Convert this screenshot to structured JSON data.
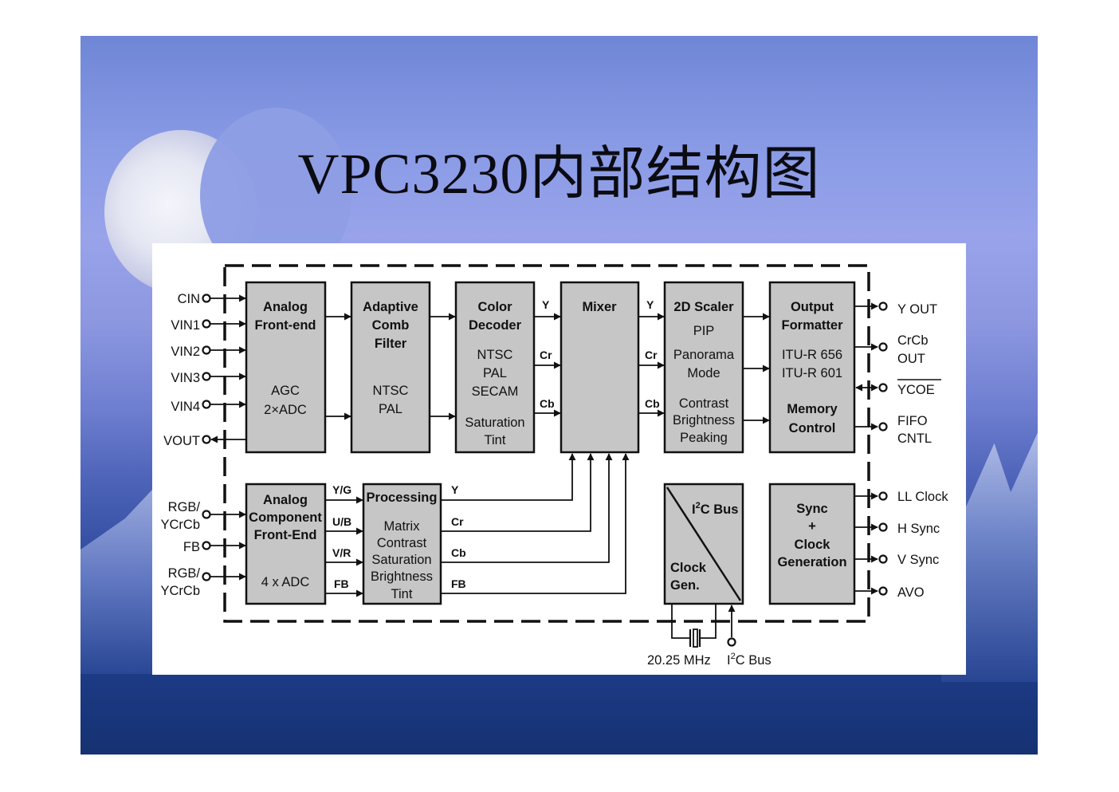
{
  "slide": {
    "title": "VPC3230内部结构图"
  },
  "diagram": {
    "inputs_top": [
      "CIN",
      "VIN1",
      "VIN2",
      "VIN3",
      "VIN4",
      "VOUT"
    ],
    "inputs_bottom": [
      "RGB/",
      "YCrCb",
      "FB",
      "RGB/",
      "YCrCb"
    ],
    "outputs_top": [
      "Y OUT",
      "CrCb",
      "OUT",
      "YCOE",
      "FIFO",
      "CNTL"
    ],
    "outputs_bottom": [
      "LL Clock",
      "H Sync",
      "V Sync",
      "AVO"
    ],
    "blocks": {
      "analog_frontend": {
        "title": [
          "Analog",
          "Front-end"
        ],
        "body": [
          "AGC",
          "2×ADC"
        ]
      },
      "comb_filter": {
        "title": [
          "Adaptive",
          "Comb",
          "Filter"
        ],
        "body": [
          "NTSC",
          "PAL"
        ]
      },
      "color_decoder": {
        "title": [
          "Color",
          "Decoder"
        ],
        "body": [
          "NTSC",
          "PAL",
          "SECAM",
          "Saturation",
          "Tint"
        ]
      },
      "mixer": {
        "title": "Mixer"
      },
      "scaler": {
        "title": "2D Scaler",
        "body": [
          "PIP",
          "Panorama",
          "Mode",
          "Contrast",
          "Brightness",
          "Peaking"
        ]
      },
      "output_formatter": {
        "title": [
          "Output",
          "Formatter"
        ],
        "body": [
          "ITU-R 656",
          "ITU-R 601"
        ],
        "body2": [
          "Memory",
          "Control"
        ]
      },
      "analog_component": {
        "title": [
          "Analog",
          "Component",
          "Front-End"
        ],
        "body": "4 x ADC"
      },
      "processing": {
        "title": "Processing",
        "body": [
          "Matrix",
          "Contrast",
          "Saturation",
          "Brightness",
          "Tint"
        ]
      },
      "clock": {
        "top_pre": "I",
        "top_sup": "2",
        "top_post": "C Bus",
        "bottom": [
          "Clock",
          "Gen."
        ]
      },
      "sync": {
        "body": [
          "Sync",
          "+",
          "Clock",
          "Generation"
        ]
      }
    },
    "signals": {
      "decoder_out": [
        "Y",
        "Cr",
        "Cb"
      ],
      "mixer_out": [
        "Y",
        "Cr",
        "Cb"
      ],
      "component_out": [
        "Y/G",
        "U/B",
        "V/R",
        "FB"
      ],
      "processing_out": [
        "Y",
        "Cr",
        "Cb",
        "FB"
      ]
    },
    "bottom_labels": {
      "crystal": "20.25 MHz",
      "bus_pre": "I",
      "bus_sup": "2",
      "bus_post": "C Bus"
    }
  }
}
